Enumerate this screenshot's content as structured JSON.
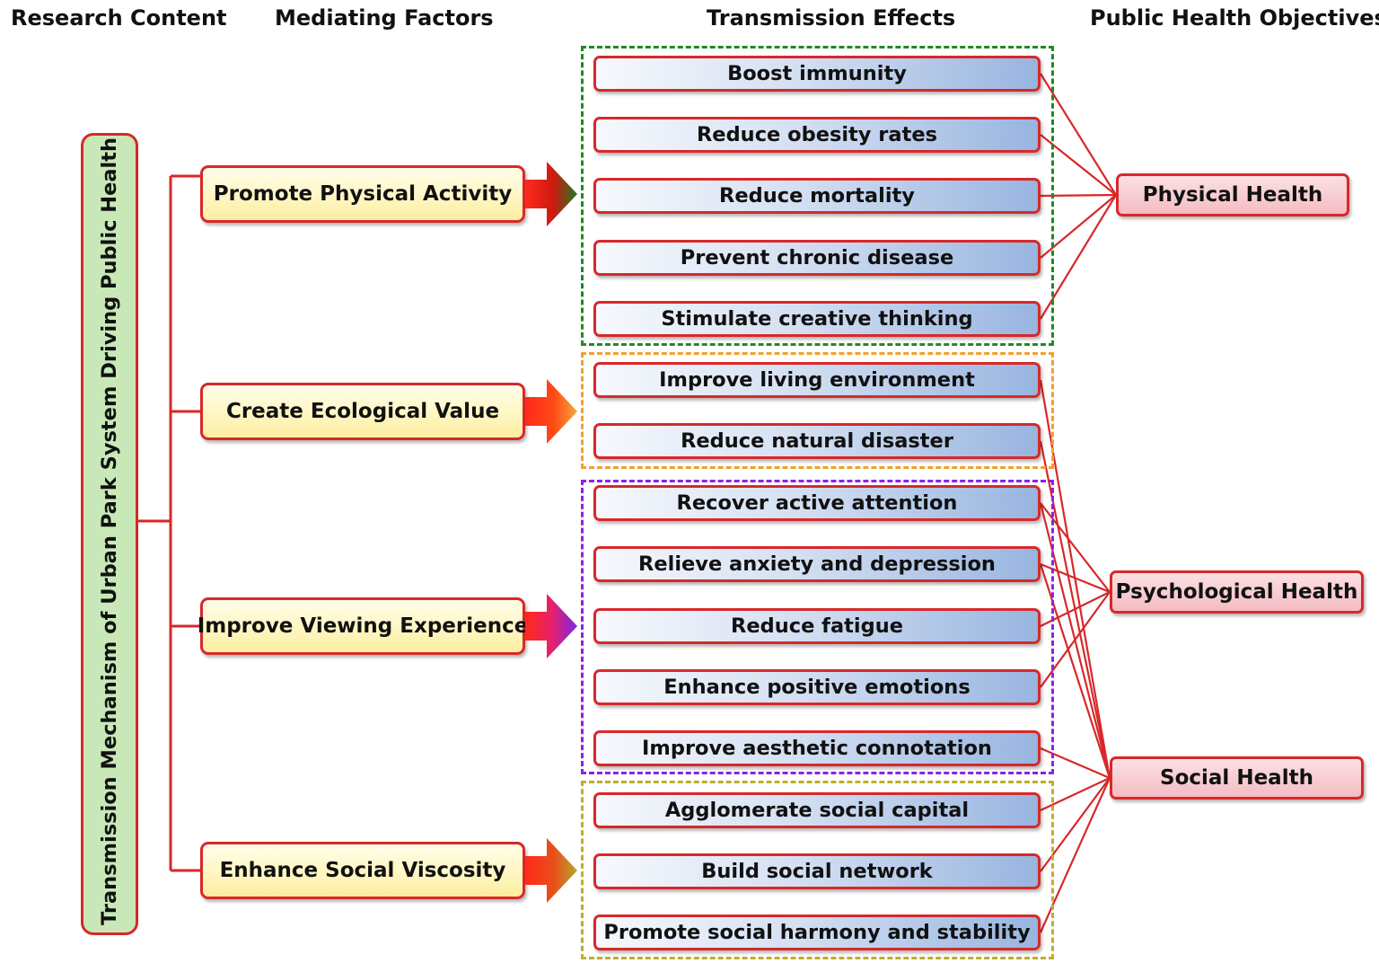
{
  "headers": {
    "research": "Research Content",
    "mediating": "Mediating Factors",
    "transmission": "Transmission Effects",
    "objectives": "Public Health Objectives"
  },
  "root": {
    "label": "Transmission Mechanism of Urban Park System Driving Public Health"
  },
  "mediating_factors": [
    {
      "label": "Promote Physical Activity"
    },
    {
      "label": "Create Ecological Value"
    },
    {
      "label": "Improve Viewing Experience"
    },
    {
      "label": "Enhance Social Viscosity"
    }
  ],
  "effects": [
    {
      "label": "Boost immunity"
    },
    {
      "label": "Reduce obesity rates"
    },
    {
      "label": "Reduce mortality"
    },
    {
      "label": "Prevent chronic disease"
    },
    {
      "label": "Stimulate creative thinking"
    },
    {
      "label": "Improve living environment"
    },
    {
      "label": "Reduce natural disaster"
    },
    {
      "label": "Recover active attention"
    },
    {
      "label": "Relieve anxiety and depression"
    },
    {
      "label": "Reduce fatigue"
    },
    {
      "label": "Enhance positive emotions"
    },
    {
      "label": "Improve aesthetic connotation"
    },
    {
      "label": "Agglomerate social capital"
    },
    {
      "label": "Build social network"
    },
    {
      "label": "Promote social harmony and stability"
    }
  ],
  "objectives": [
    {
      "label": "Physical Health"
    },
    {
      "label": "Psychological Health"
    },
    {
      "label": "Social Health"
    }
  ],
  "connections": {
    "physical_health": [
      0,
      1,
      2,
      3,
      4
    ],
    "psychological_health": [
      7,
      8,
      9,
      10
    ],
    "social_health": [
      5,
      6,
      7,
      8,
      11,
      12,
      13,
      14
    ]
  },
  "colors": {
    "connector": "#d8282a",
    "group_physical": "#1f8a22",
    "group_ecological": "#f0a22e",
    "group_viewing": "#8b22e8",
    "group_social": "#bfae2a"
  }
}
